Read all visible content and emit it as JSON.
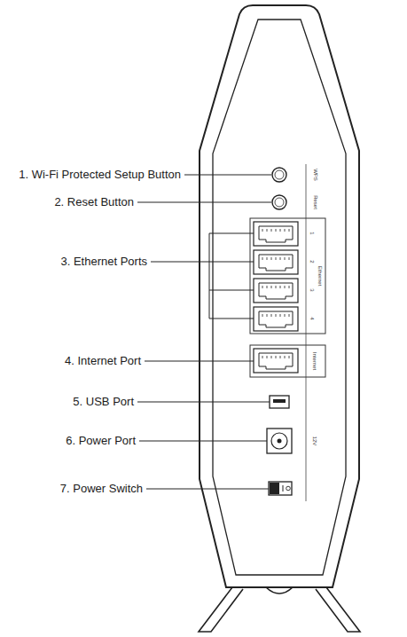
{
  "diagram": {
    "labels": [
      "1. Wi-Fi Protected Setup Button",
      "2. Reset Button",
      "3. Ethernet Ports",
      "4. Internet Port",
      "5. USB Port",
      "6. Power Port",
      "7. Power Switch",
      "WPS",
      "Reset",
      "1",
      "2",
      "Ethernet",
      "3",
      "4",
      "Internet",
      "12V"
    ]
  }
}
